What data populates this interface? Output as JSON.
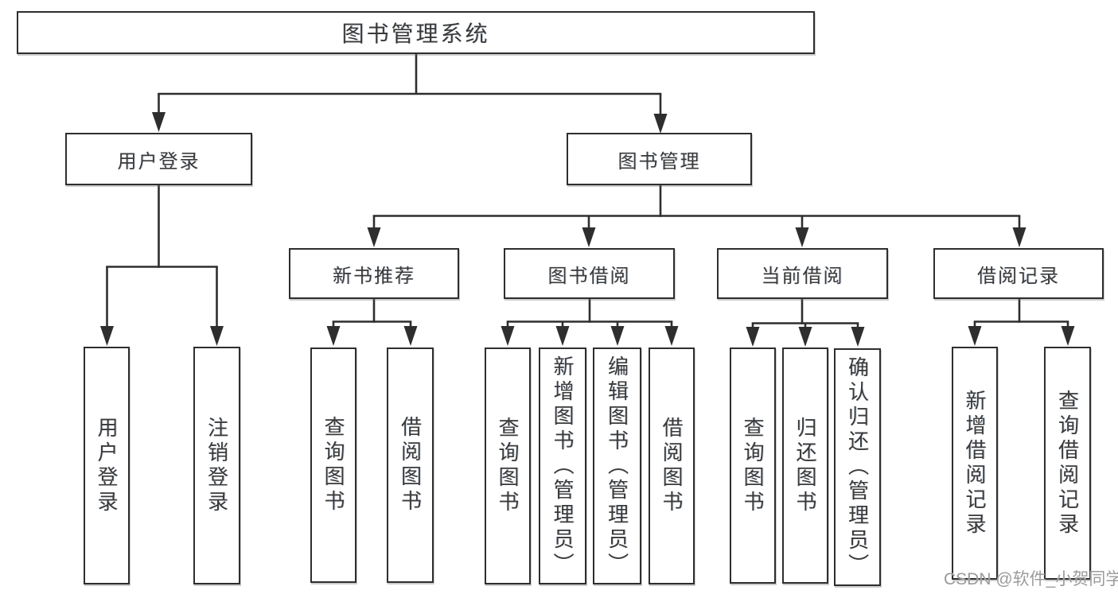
{
  "nodes": {
    "root": "图书管理系统",
    "user_login": "用户登录",
    "book_management": "图书管理",
    "new_book_recommend": "新书推荐",
    "book_borrowing": "图书借阅",
    "current_borrowing": "当前借阅",
    "borrowing_records": "借阅记录",
    "leaf_user_login": "用户登录",
    "leaf_logout": "注销登录",
    "leaf_query_books_a": "查询图书",
    "leaf_borrow_books_a": "借阅图书",
    "leaf_query_books_b": "查询图书",
    "leaf_add_books_admin": "新增图书（管理员）",
    "leaf_edit_books_admin": "编辑图书（管理员）",
    "leaf_borrow_books_b": "借阅图书",
    "leaf_query_books_c": "查询图书",
    "leaf_return_books": "归还图书",
    "leaf_confirm_return_admin": "确认归还（管理员）",
    "leaf_add_borrow_record": "新增借阅记录",
    "leaf_query_borrow_record": "查询借阅记录"
  },
  "watermark": {
    "text": "CSDN @软件_小贺同学",
    "color": "#9b9b9b"
  },
  "colors": {
    "line": "#2e2e2e",
    "text": "#3a3a3a",
    "background": "#ffffff"
  }
}
